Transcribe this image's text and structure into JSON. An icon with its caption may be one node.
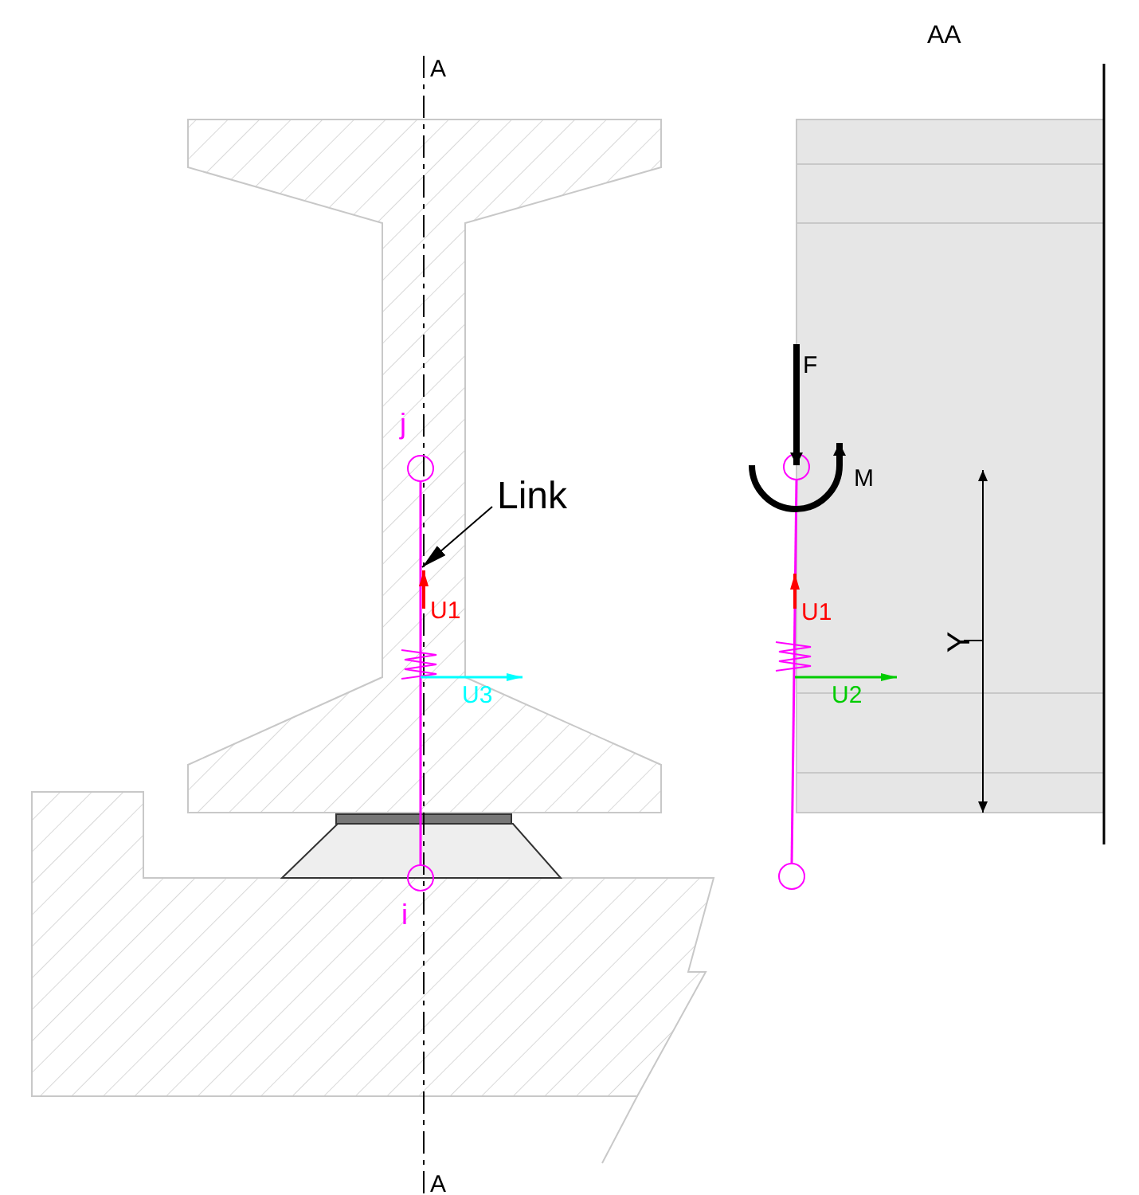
{
  "diagram": {
    "nodes": [
      {
        "text": [
          "Link"
        ]
      },
      {
        "text": [],
        "shape": "bar"
      }
    ],
    "edges": [
      {
        "from": 0,
        "to": 1,
        "arrow": "to"
      }
    ],
    "labels": [
      "A",
      "AA",
      "F",
      "j",
      "M",
      "U1",
      "U1",
      "Y",
      "U3",
      "U2",
      "i",
      "A"
    ]
  }
}
